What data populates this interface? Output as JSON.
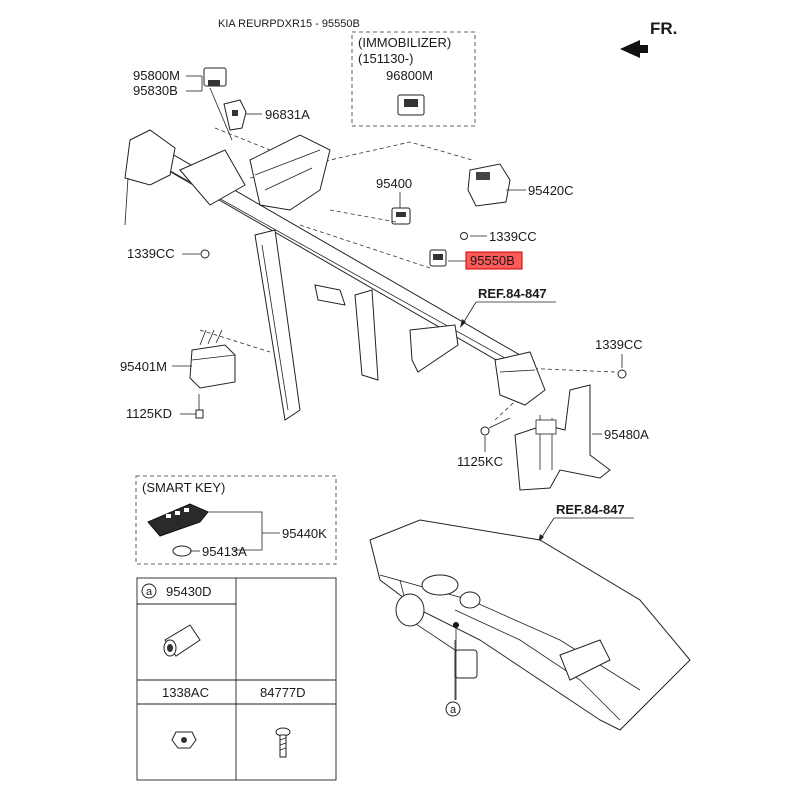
{
  "header": {
    "title": "KIA REURPDXR15 - 95550B",
    "direction": "FR."
  },
  "colors": {
    "highlight": "#ff5a5a",
    "line": "#222222"
  },
  "immobilizer_box": {
    "title": "(IMMOBILIZER)",
    "range": "(151130-)",
    "part": "96800M"
  },
  "smart_key_box": {
    "title": "(SMART KEY)",
    "key": "95440K",
    "battery": "95413A"
  },
  "parts": {
    "p95800M": "95800M",
    "p95830B": "95830B",
    "p96831A": "96831A",
    "p95400": "95400",
    "p95420C": "95420C",
    "p1339CC_a": "1339CC",
    "p95550B": "95550B",
    "p1339CC_b": "1339CC",
    "p1339CC_c": "1339CC",
    "p95401M": "95401M",
    "p1125KD": "1125KD",
    "p95480A": "95480A",
    "p1125KC": "1125KC"
  },
  "refs": {
    "ref1": "REF.84-847",
    "ref2": "REF.84-847"
  },
  "legend_table": {
    "circle_a": "a",
    "cell1": "95430D",
    "cell2": "1338AC",
    "cell3": "84777D"
  },
  "callout_a": "a"
}
